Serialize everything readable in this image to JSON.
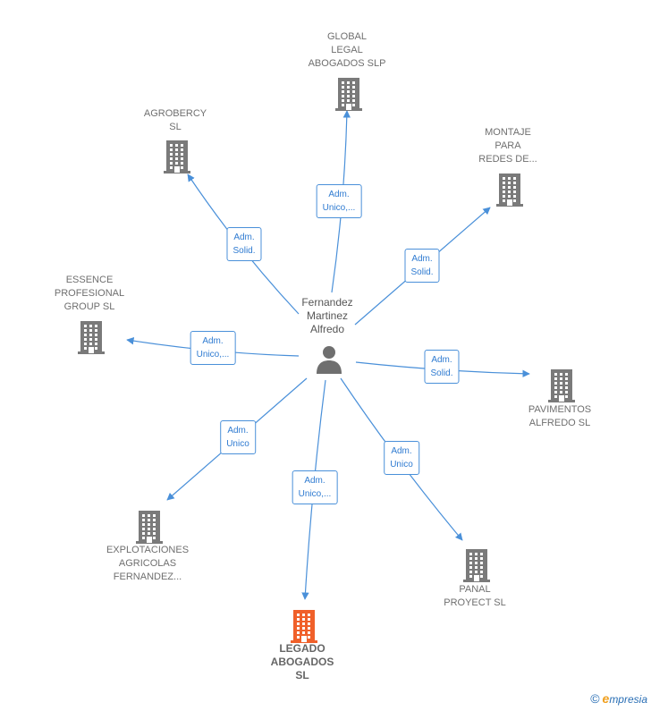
{
  "center": {
    "name": "Fernandez\nMartinez\nAlfredo",
    "icon": "person-icon"
  },
  "nodes": [
    {
      "id": "global",
      "name": "GLOBAL\nLEGAL\nABOGADOS SLP",
      "edge": "Adm.\nUnico,...",
      "icon": "building-icon"
    },
    {
      "id": "agrobercy",
      "name": "AGROBERCY\nSL",
      "edge": "Adm.\nSolid.",
      "icon": "building-icon"
    },
    {
      "id": "montaje",
      "name": "MONTAJE\nPARA\nREDES DE...",
      "edge": "Adm.\nSolid.",
      "icon": "building-icon"
    },
    {
      "id": "essence",
      "name": "ESSENCE\nPROFESIONAL\nGROUP  SL",
      "edge": "Adm.\nUnico,...",
      "icon": "building-icon"
    },
    {
      "id": "pavimentos",
      "name": "PAVIMENTOS\nALFREDO SL",
      "edge": "Adm.\nSolid.",
      "icon": "building-icon"
    },
    {
      "id": "explotaciones",
      "name": "EXPLOTACIONES\nAGRICOLAS\nFERNANDEZ...",
      "edge": "Adm.\nUnico",
      "icon": "building-icon"
    },
    {
      "id": "panal",
      "name": "PANAL\nPROYECT  SL",
      "edge": "Adm.\nUnico",
      "icon": "building-icon"
    },
    {
      "id": "legado",
      "name": "LEGADO\nABOGADOS\nSL",
      "edge": "Adm.\nUnico,...",
      "icon": "building-icon",
      "highlight": true
    }
  ],
  "colors": {
    "edge": "#4a90d9",
    "building": "#7a7a7a",
    "highlight": "#f0602a",
    "person": "#6f6f6f"
  },
  "footer": {
    "copyright": "©",
    "brand_initial": "e",
    "brand_rest": "mpresia"
  }
}
